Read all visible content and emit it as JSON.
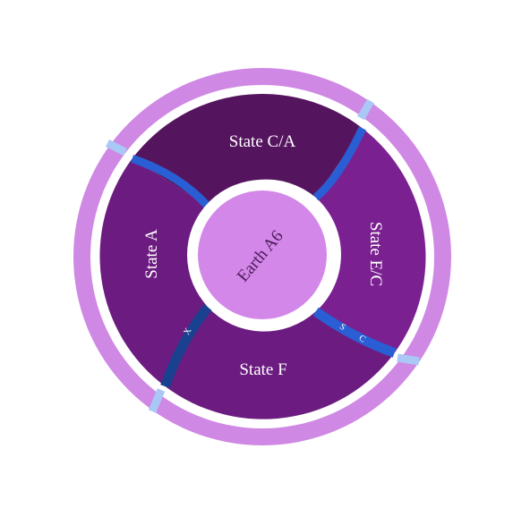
{
  "diagram": {
    "center": {
      "label": "Earth A6"
    },
    "states": [
      {
        "id": "state-c-a",
        "label": "State C/A"
      },
      {
        "id": "state-e-c",
        "label": "State E/C"
      },
      {
        "id": "state-f",
        "label": "State F"
      },
      {
        "id": "state-a",
        "label": "State A"
      }
    ],
    "connector_labels": {
      "lower_left": "X",
      "lower_right_a": "S",
      "lower_right_b": "C"
    },
    "colors": {
      "outer_ring": "#cf88e4",
      "ring_gap": "#ffffff",
      "state_c_a": "#55155e",
      "state_e_c": "#7b2090",
      "state_f": "#6c1c80",
      "state_a": "#6c1c80",
      "center": "#d387e8",
      "connector_blue": "#2a5ed4",
      "connector_dark_blue": "#19418f",
      "connector_light": "#a9c8f5"
    }
  }
}
